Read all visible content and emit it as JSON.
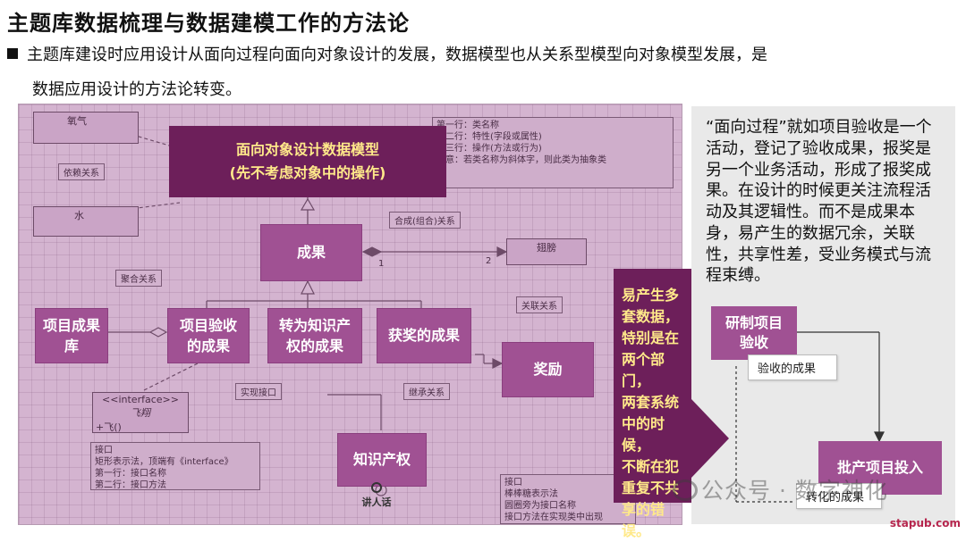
{
  "title": "主题库数据梳理与数据建模工作的方法论",
  "bullet": {
    "line1": "主题库建设时应用设计从面向过程向面向对象设计的发展，数据模型也从关系型模型向对象模型发展，是",
    "line2": "数据应用设计的方法论转变。"
  },
  "diagram": {
    "header_line1": "面向对象设计数据模型",
    "header_line2": "(先不考虑对象中的操作)",
    "result": "成果",
    "project_lib_1": "项目成果",
    "project_lib_2": "库",
    "acceptance_1": "项目验收",
    "acceptance_2": "的成果",
    "ip_1": "转为知识产",
    "ip_2": "权的成果",
    "award_result": "获奖的成果",
    "reward": "奖励",
    "knowledge": "知识产权",
    "bg": {
      "oxygen": "氧气",
      "dependency": "依赖关系",
      "water": "水",
      "composition": "合成(组合)关系",
      "aggregation": "聚合关系",
      "association": "关联关系",
      "interface_stereo": "<<interface>>",
      "fly": "飞翔",
      "plus": "+飞()",
      "realize": "实现接口",
      "inherit": "继承关系",
      "num1": "1",
      "num2": "2",
      "actor": "讲人话",
      "note1_l1": "第一行：类名称",
      "note1_l2": "第二行：特性(字段或属性)",
      "note1_l3": "第三行：操作(方法或行为)",
      "note1_l4": "注意：若类名称为斜体字，则此类为抽象类",
      "note2_l1": "接口",
      "note2_l2": "矩形表示法，顶端有《interface》",
      "note2_l3": "第一行：接口名称",
      "note2_l4": "第二行：接口方法",
      "note3_l1": "接口",
      "note3_l2": "棒棒糖表示法",
      "note3_l3": "圆圈旁为接口名称",
      "note3_l4": "接口方法在实现类中出现",
      "wing": "翅膀"
    }
  },
  "callout": {
    "l1": "易产生多",
    "l2": "套数据，",
    "l3": "特别是在",
    "l4": "两个部门，",
    "l5": "两套系统",
    "l6": "中的时候，",
    "l7": "不断在犯",
    "l8": "重复不共",
    "l9": "享的错误。"
  },
  "right": {
    "text": "“面向过程”就如项目验收是一个活动，登记了验收成果，报奖是另一个业务活动，形成了报奖成果。在设计的时候更关注流程活动及其逻辑性。而不是成果本身，易产生的数据冗余，关联性，共享性差，受业务模式与流程束缚。",
    "box1_l1": "研制项目",
    "box1_l2": "验收",
    "doc1": "验收的成果",
    "box2": "批产项目投入",
    "doc2": "转化的成果"
  },
  "watermark": "公众号 · 数字神化",
  "source": "stapub.com"
}
